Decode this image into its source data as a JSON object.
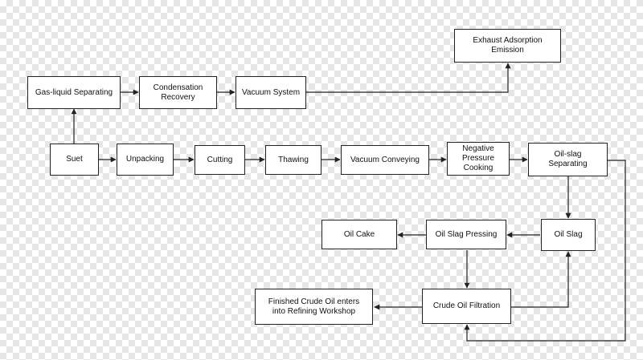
{
  "diagram": {
    "nodes": {
      "exhaust": "Exhaust Adsorption\nEmission",
      "gas_liquid": "Gas-liquid Separating",
      "condensation": "Condensation\nRecovery",
      "vacuum_system": "Vacuum System",
      "suet": "Suet",
      "unpacking": "Unpacking",
      "cutting": "Cutting",
      "thawing": "Thawing",
      "vacuum_conveying": "Vacuum Conveying",
      "negative_pressure": "Negative\nPressure\nCooking",
      "oil_slag_separating": "Oil-slag\nSeparating",
      "oil_cake": "Oil Cake",
      "oil_slag_pressing": "Oil Slag Pressing",
      "oil_slag": "Oil Slag",
      "finished_crude_oil": "Finished Crude Oil enters\ninto Refining Workshop",
      "crude_oil_filtration": "Crude Oil Filtration"
    },
    "colors": {
      "line": "#222222",
      "box_border": "#222222",
      "box_fill": "#ffffff",
      "checker": "#e6e6e6"
    }
  }
}
